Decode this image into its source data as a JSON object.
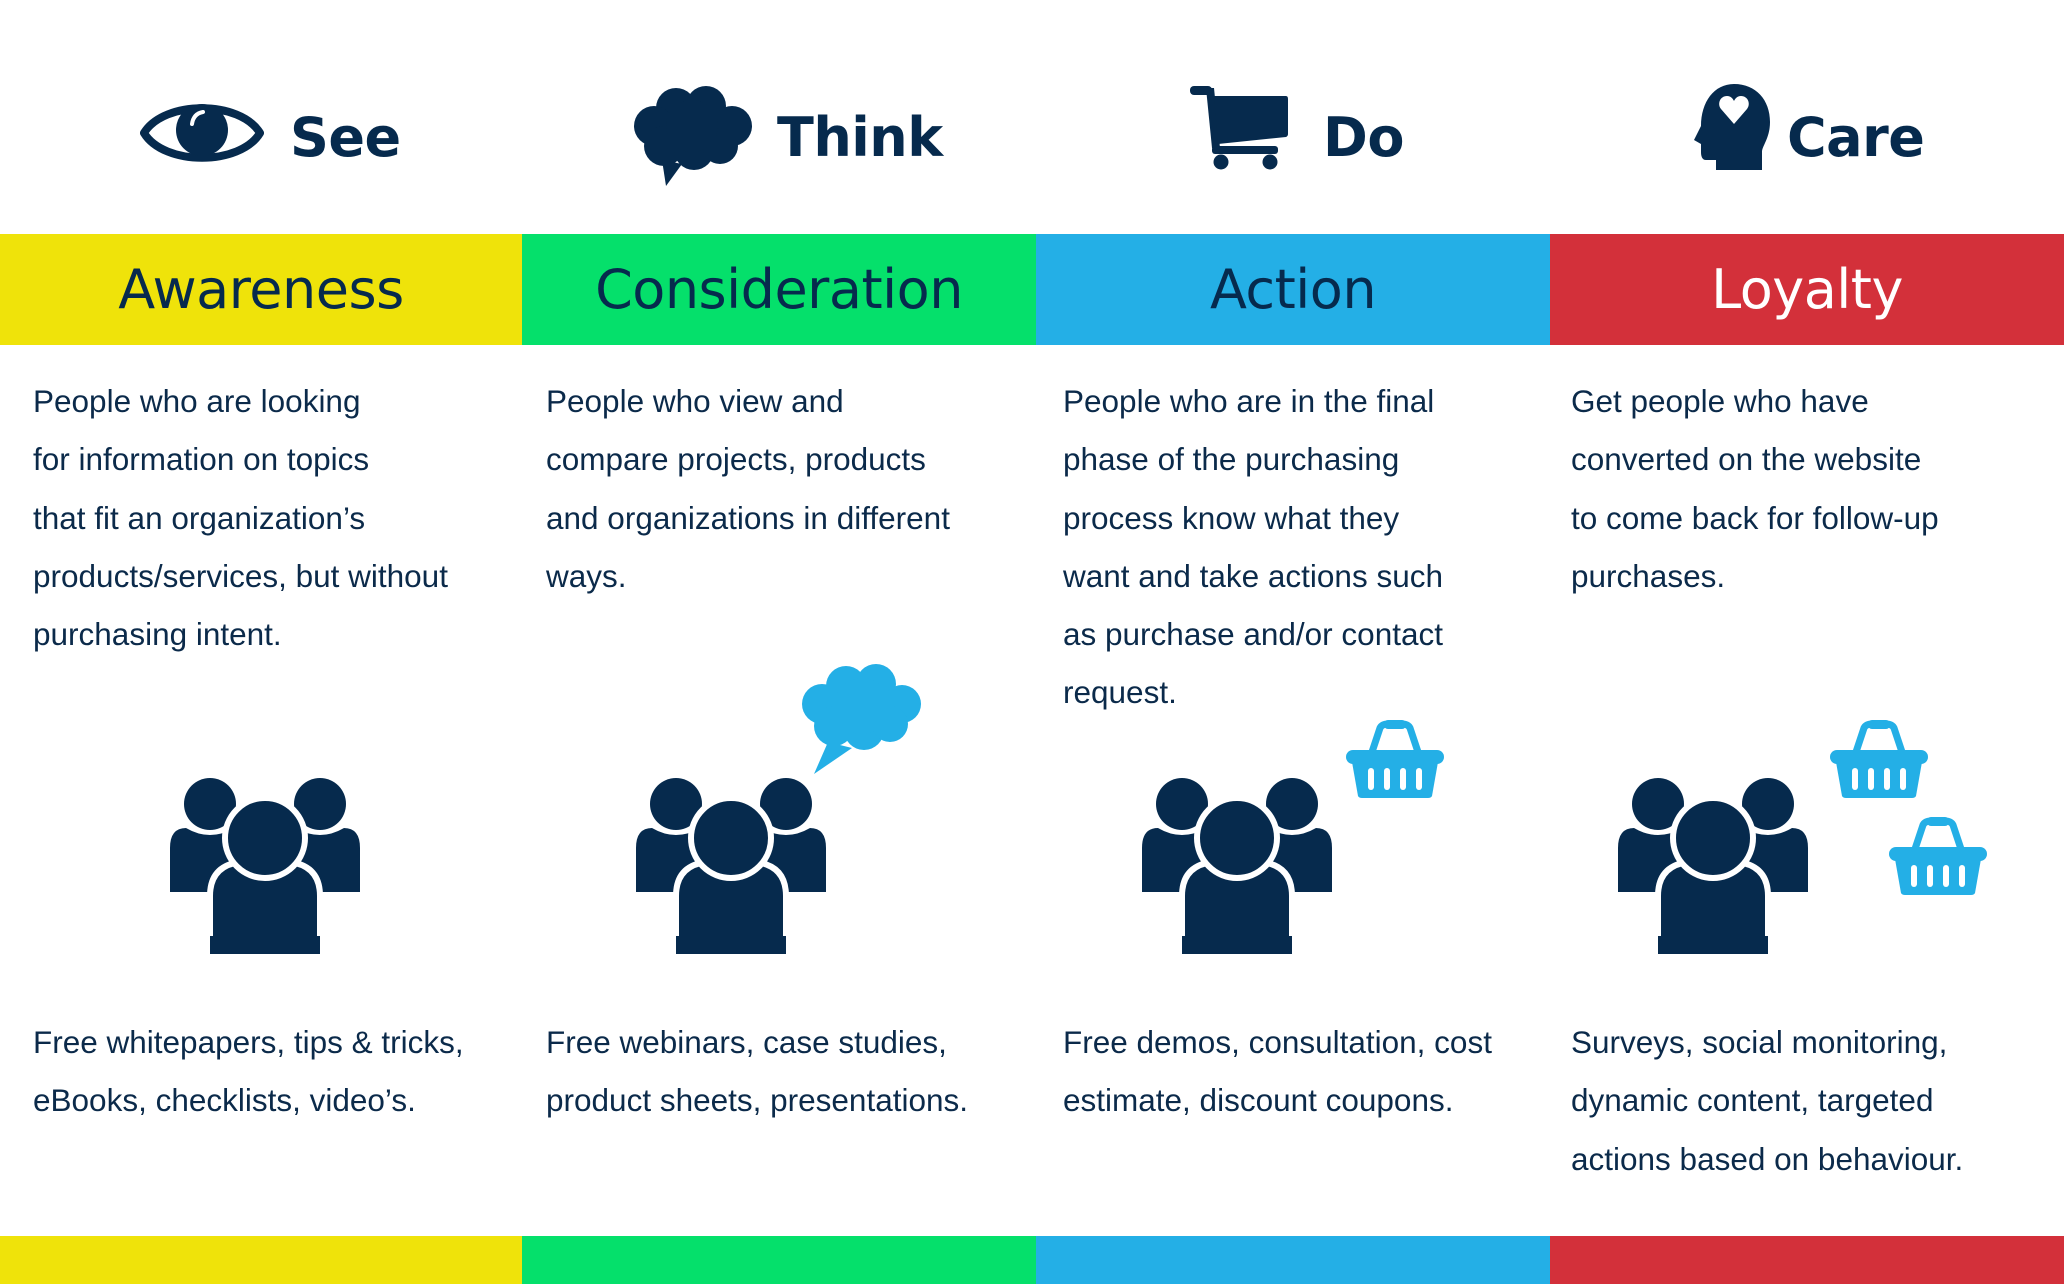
{
  "colors": {
    "navy": "#062a4d",
    "awareness": "#efe30a",
    "consideration": "#05e06b",
    "action": "#24afe6",
    "loyalty": "#d3303a",
    "accent_icon": "#24afe6"
  },
  "stages": [
    {
      "mindset": "See",
      "mindset_icon": "eye-icon",
      "title": "Awareness",
      "title_color": "#062a4d",
      "band_color": "#efe30a",
      "description": "People who are looking\nfor information on topics\nthat fit an organization’s\nproducts/services, but without\npurchasing intent.",
      "illustration": [
        "people-group-icon"
      ],
      "offer": "Free whitepapers, tips & tricks,\neBooks, checklists, video’s."
    },
    {
      "mindset": "Think",
      "mindset_icon": "thought-cloud-icon",
      "title": "Consideration",
      "title_color": "#062a4d",
      "band_color": "#05e06b",
      "description": "People who view and\ncompare projects, products\nand organizations in different\nways.",
      "illustration": [
        "people-group-icon",
        "thought-bubble-icon"
      ],
      "offer": "Free webinars, case studies,\nproduct sheets, presentations."
    },
    {
      "mindset": "Do",
      "mindset_icon": "shopping-cart-icon",
      "title": "Action",
      "title_color": "#062a4d",
      "band_color": "#24afe6",
      "description": "People who are in the final\nphase of the purchasing\nprocess know what they\nwant and take actions such\nas purchase and/or contact\nrequest.",
      "illustration": [
        "people-group-icon",
        "shopping-basket-icon"
      ],
      "offer": "Free demos, consultation, cost\nestimate, discount coupons."
    },
    {
      "mindset": "Care",
      "mindset_icon": "head-heart-icon",
      "title": "Loyalty",
      "title_color": "#ffffff",
      "band_color": "#d3303a",
      "description": "Get people who have\nconverted on the website\nto come back for follow-up\npurchases.",
      "illustration": [
        "people-group-icon",
        "shopping-basket-icon",
        "shopping-basket-icon"
      ],
      "offer": "Surveys, social monitoring,\ndynamic content, targeted\nactions based on behaviour."
    }
  ]
}
